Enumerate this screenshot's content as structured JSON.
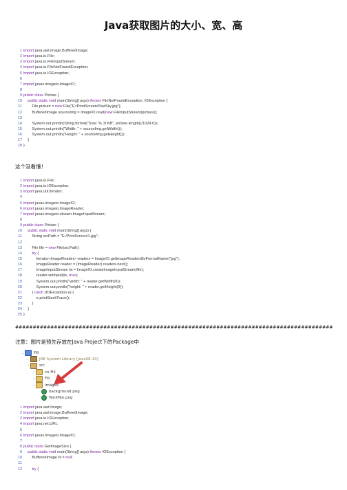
{
  "title": "Java获取图片的大小、宽、高",
  "code1": [
    {
      "n": "1",
      "t": "import java.awt.image.BufferedImage;"
    },
    {
      "n": "2",
      "t": "import java.io.File;"
    },
    {
      "n": "3",
      "t": "import java.io.FileInputStream;"
    },
    {
      "n": "4",
      "t": "import java.io.FileNotFoundException;"
    },
    {
      "n": "5",
      "t": "import java.io.IOException;"
    },
    {
      "n": "6",
      "t": ""
    },
    {
      "n": "7",
      "t": "import javax.imageio.ImageIO;"
    },
    {
      "n": "8",
      "t": ""
    },
    {
      "n": "9",
      "t": "public class Picture {"
    },
    {
      "n": "10",
      "t": "    public static void main(String[] args) throws FileNotFoundException, IOException {"
    },
    {
      "n": "11",
      "t": "        File picture = new File(\"E:/PrintScreen/StarSky.jpg\");"
    },
    {
      "n": "12",
      "t": "        BufferedImage sourceImg = ImageIO.read(new FileInputStream(picture));"
    },
    {
      "n": "13",
      "t": ""
    },
    {
      "n": "14",
      "t": "        System.out.println(String.format(\"Size: %.1f KB\", picture.length()/1024.0));"
    },
    {
      "n": "15",
      "t": "        System.out.println(\"Width: \" + sourceImg.getWidth());"
    },
    {
      "n": "16",
      "t": "        System.out.println(\"Height: \" + sourceImg.getHeight());"
    },
    {
      "n": "17",
      "t": "    }"
    },
    {
      "n": "18",
      "t": "}"
    }
  ],
  "para1": "这个没看懂！",
  "code2": [
    {
      "n": "1",
      "t": "import java.io.File;"
    },
    {
      "n": "2",
      "t": "import java.io.IOException;"
    },
    {
      "n": "3",
      "t": "import java.util.Iterator;"
    },
    {
      "n": "4",
      "t": ""
    },
    {
      "n": "5",
      "t": "import javax.imageio.ImageIO;"
    },
    {
      "n": "6",
      "t": "import javax.imageio.ImageReader;"
    },
    {
      "n": "7",
      "t": "import javax.imageio.stream.ImageInputStream;"
    },
    {
      "n": "8",
      "t": ""
    },
    {
      "n": "9",
      "t": "public class Picture {"
    },
    {
      "n": "10",
      "t": "    public static void main(String[] args) {"
    },
    {
      "n": "11",
      "t": "        String srcPath = \"E:/PrintScreen/1.jpg\";"
    },
    {
      "n": "12",
      "t": ""
    },
    {
      "n": "13",
      "t": "        File file = new File(srcPath);"
    },
    {
      "n": "14",
      "t": "        try {"
    },
    {
      "n": "15",
      "t": "            Iterator<ImageReader> readers = ImageIO.getImageReadersByFormatName(\"jpg\");"
    },
    {
      "n": "16",
      "t": "            ImageReader reader = (ImageReader) readers.next();"
    },
    {
      "n": "17",
      "t": "            ImageInputStream iis = ImageIO.createImageInputStream(file);"
    },
    {
      "n": "18",
      "t": "            reader.setInput(iis, true);"
    },
    {
      "n": "19",
      "t": "            System.out.println(\"width: \" + reader.getWidth(0));"
    },
    {
      "n": "20",
      "t": "            System.out.println(\"height: \" + reader.getHeight(0));"
    },
    {
      "n": "21",
      "t": "        } catch (IOException e) {"
    },
    {
      "n": "22",
      "t": "            e.printStackTrace();"
    },
    {
      "n": "23",
      "t": "        }"
    },
    {
      "n": "24",
      "t": "    }"
    },
    {
      "n": "25",
      "t": "}"
    }
  ],
  "separator": "############################################################################################",
  "para2": "注意：图片是预先存放在Java Project下的Package中",
  "tree": [
    {
      "label": "Fill",
      "icon": "project-icon",
      "depth": 0,
      "toggle": "v"
    },
    {
      "label": "JRE System Library [JavaSE-10]",
      "icon": "library-icon",
      "depth": 1,
      "toggle": ">"
    },
    {
      "label": "src",
      "icon": "source-folder-icon",
      "depth": 1,
      "toggle": "v"
    },
    {
      "label": "cn.Fill",
      "icon": "package-icon",
      "depth": 2,
      "toggle": ">"
    },
    {
      "label": "Fill",
      "icon": "package-icon",
      "depth": 2,
      "toggle": ">"
    },
    {
      "label": "images",
      "icon": "package-icon",
      "depth": 2,
      "toggle": "v"
    },
    {
      "label": "background.png",
      "icon": "image-file-icon",
      "depth": 3,
      "toggle": ""
    },
    {
      "label": "TenXTen.png",
      "icon": "image-file-icon",
      "depth": 3,
      "toggle": ""
    }
  ],
  "code3": [
    {
      "n": "1",
      "t": "import java.awt.Image;"
    },
    {
      "n": "2",
      "t": "import java.awt.image.BufferedImage;"
    },
    {
      "n": "3",
      "t": "import java.io.IOException;"
    },
    {
      "n": "4",
      "t": "import java.net.URL;"
    },
    {
      "n": "5",
      "t": ""
    },
    {
      "n": "6",
      "t": "import javax.imageio.ImageIO;"
    },
    {
      "n": "7",
      "t": ""
    },
    {
      "n": "8",
      "t": "public class GetImageSize {"
    },
    {
      "n": "9",
      "t": "    public static void main(String[] args) throws IOException {"
    },
    {
      "n": "10",
      "t": "        BufferedImage bi = null;"
    },
    {
      "n": "11",
      "t": ""
    },
    {
      "n": "12",
      "t": "        try {"
    }
  ],
  "colors": {
    "line_number": "#3a5fb0",
    "keyword": "#7a1fa0",
    "arrow": "#d63a3a"
  }
}
